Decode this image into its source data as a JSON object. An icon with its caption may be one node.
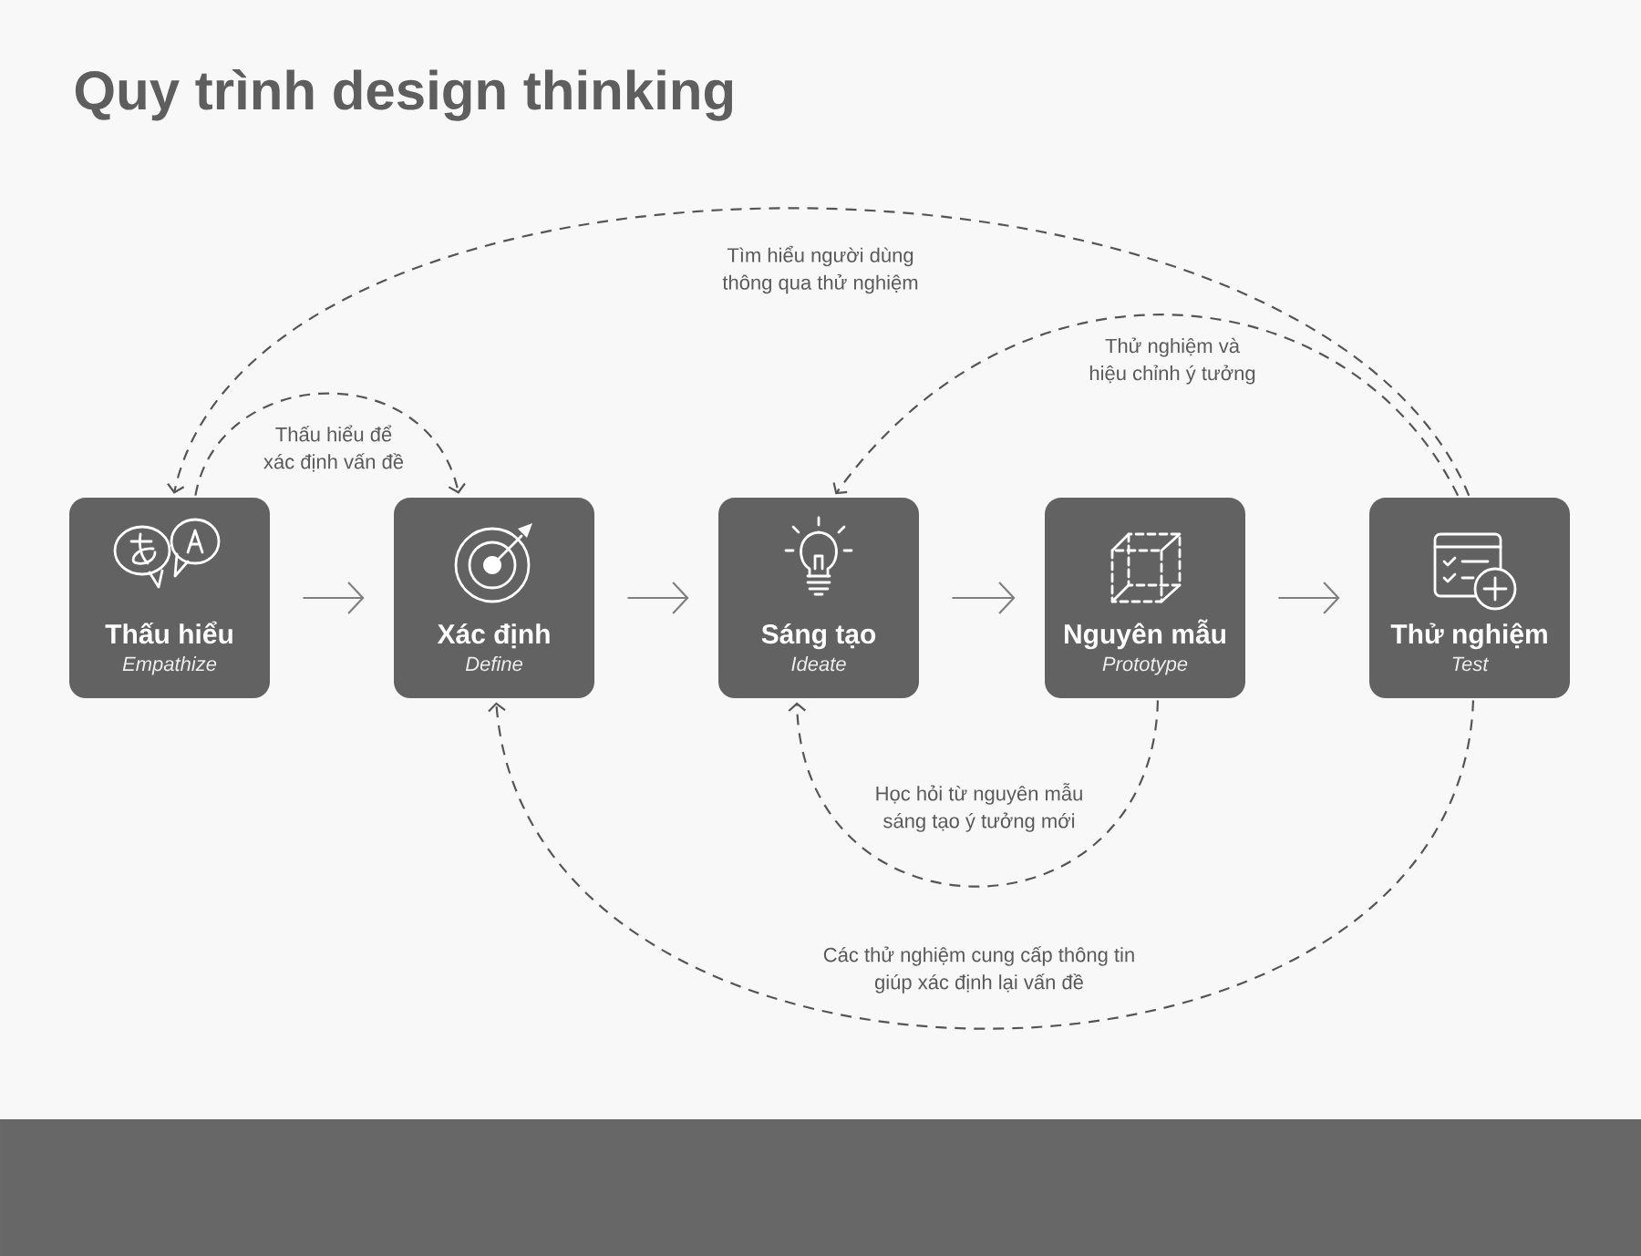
{
  "diagram": {
    "title": "Quy trình design thinking",
    "nodes": [
      {
        "text": [
          "Thấu hiểu",
          "Empathize"
        ]
      },
      {
        "text": [
          "Xác định",
          "Define"
        ]
      },
      {
        "text": [
          "Sáng tạo",
          "Ideate"
        ]
      },
      {
        "text": [
          "Nguyên mẫu",
          "Prototype"
        ]
      },
      {
        "text": [
          "Thử nghiệm",
          "Test"
        ]
      }
    ],
    "edges": [
      {
        "from": 0,
        "to": 1,
        "arrow": "to",
        "color": "#808080"
      },
      {
        "from": 1,
        "to": 2,
        "arrow": "to",
        "color": "#808080"
      },
      {
        "from": 2,
        "to": 3,
        "arrow": "to",
        "color": "#808080"
      },
      {
        "from": 3,
        "to": 4,
        "arrow": "to",
        "color": "#808080"
      },
      {
        "from": 4,
        "to": 0,
        "arrow": "to",
        "style": "dashed",
        "label": "Tìm hiểu người dùng thông qua thử nghiệm"
      },
      {
        "from": 0,
        "to": 1,
        "arrow": "to",
        "style": "dashed",
        "label": "Thấu hiểu để xác định vấn đề"
      },
      {
        "from": 4,
        "to": 2,
        "arrow": "to",
        "style": "dashed",
        "label": "Thử nghiệm và hiệu chỉnh ý tưởng"
      },
      {
        "from": 3,
        "to": 2,
        "arrow": "to",
        "style": "dashed",
        "label": "Học hỏi từ nguyên mẫu sáng tạo ý tưởng mới"
      },
      {
        "from": 4,
        "to": 1,
        "arrow": "to",
        "style": "dashed",
        "label": "Các thử nghiệm cung cấp thông tin giúp xác định lại vấn đề"
      }
    ]
  }
}
